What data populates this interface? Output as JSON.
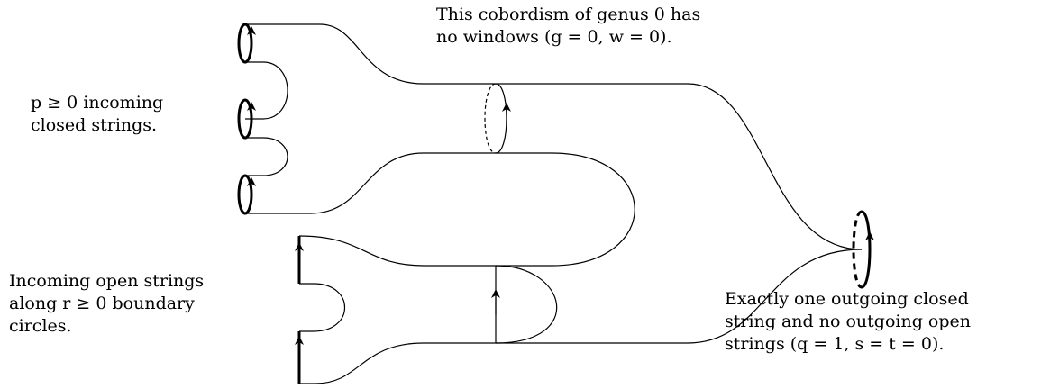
{
  "labels": {
    "top": [
      "This cobordism of genus 0 has",
      "no windows (g = 0, w = 0)."
    ],
    "closed_in": [
      "p ≥ 0 incoming",
      "closed strings."
    ],
    "open_in": [
      "Incoming open strings",
      "along r ≥ 0 boundary",
      "circles."
    ],
    "out": [
      "Exactly one outgoing closed",
      "string and no outgoing open",
      "strings (q = 1, s = t = 0)."
    ]
  },
  "colors": {
    "ink": "#000000",
    "background": "#ffffff"
  }
}
